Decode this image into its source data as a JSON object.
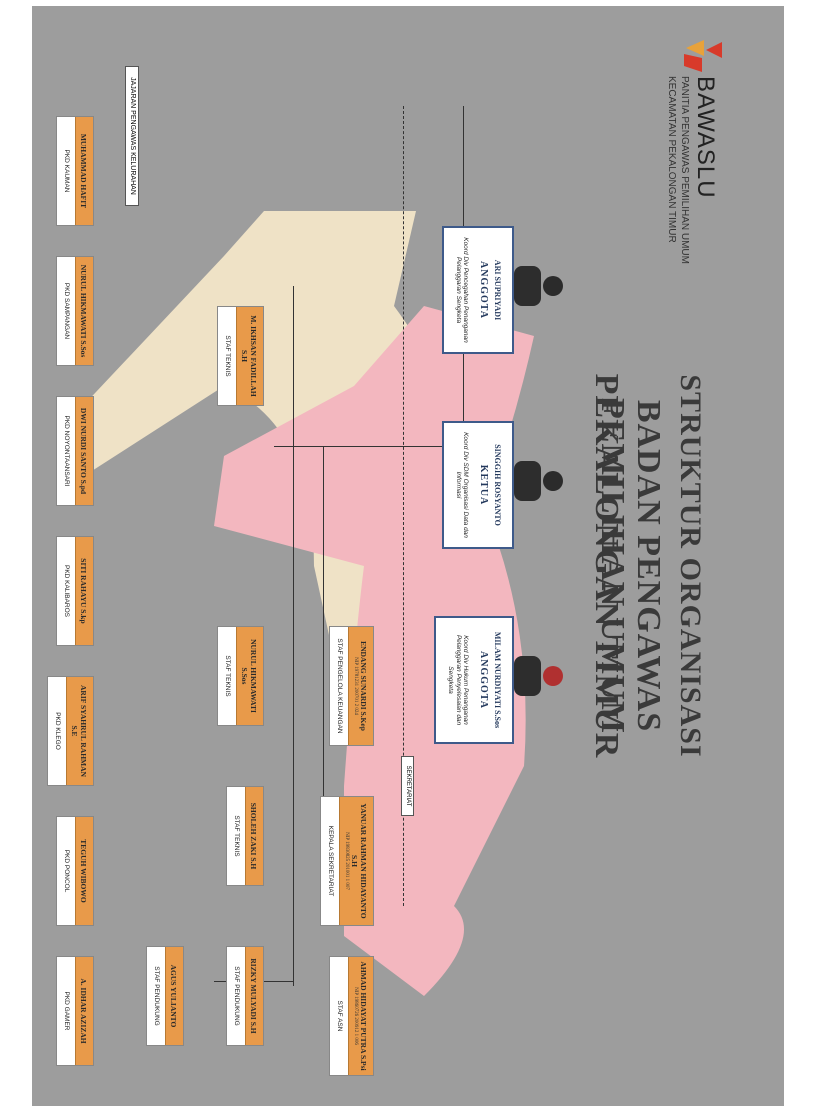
{
  "header": {
    "brand": "BAWASLU",
    "org_line1": "PANITIA PENGAWAS PEMILIHAN UMUM",
    "org_line2": "KECAMATAN PEKALONGAN TIMUR"
  },
  "title": {
    "line1": "STRUKTUR ORGANISASI",
    "line2": "BADAN PENGAWAS PEMILIHAN UMUM",
    "line3": "PEKALONGAN TIMUR"
  },
  "leaders": [
    {
      "name": "ARI SUPRIYADI",
      "title": "ANGGOTA",
      "role": "Koord Div Pencegahan Penanganan Pelanggaran Sengketa"
    },
    {
      "name": "SINGGIH ROSYANTO",
      "title": "KETUA",
      "role": "Koord Div SDM Organisasi Data dan Informasi"
    },
    {
      "name": "MILAM NURDIYATI S.Sos",
      "title": "ANGGOTA",
      "role": "Koord Div Hukum Penanganan Pelanggaran Penyelesaian dan Sengketa"
    }
  ],
  "sekretariat_label": "SEKRETARIAT",
  "staff": [
    {
      "name": "ENDANG SUNARDI S.Kep",
      "nip": "NIP 19781231 200701 2 024",
      "role": "STAF PENGELOLA KEUANGAN"
    },
    {
      "name": "YANUAR RAHMAN HIDAYANTO S.H",
      "nip": "NIP 19830825 201001 1 007",
      "role": "KEPALA SEKRETARIAT"
    },
    {
      "name": "AHMAD HIDAYAT PUTRA S.Psi",
      "nip": "NIP 19860726 200912 1 006",
      "role": "STAF ASN"
    },
    {
      "name": "NURUL HIKMAWATI S.Sos",
      "nip": "",
      "role": "STAF TEKNIS"
    },
    {
      "name": "SHOLEH ZAKI S.H",
      "nip": "",
      "role": "STAF TEKNIS"
    },
    {
      "name": "RIZKY MULYADI S.H",
      "nip": "",
      "role": "STAF PENDUKUNG"
    },
    {
      "name": "AGUS YULIANTO",
      "nip": "",
      "role": "STAF PENDUKUNG"
    },
    {
      "name": "M. IKHSAN FADILLAH S.H",
      "nip": "",
      "role": "STAF TEKNIS"
    }
  ],
  "pkd_label": "JAJARAN PENGAWAS KELURAHAN",
  "pkd": [
    {
      "name": "MUHAMMAD HAFIT",
      "role": "PKD KAUMAN"
    },
    {
      "name": "NURUL HIKMAWATI S.Sos",
      "role": "PKD SAMPANGAN"
    },
    {
      "name": "DWI NURDI SANTO S.pd",
      "role": "PKD NOYONTAANSARI"
    },
    {
      "name": "SITI RAHAYU S.kp",
      "role": "PKD KALIBAROS"
    },
    {
      "name": "ARIF SYAHRUL RAHMAN S.E",
      "role": "PKD KLEGO"
    },
    {
      "name": "TEGUH WIBOWO",
      "role": "PKD PONCOL"
    },
    {
      "name": "A. IDHAR AZIZAH",
      "role": "PKD GAMER"
    }
  ],
  "colors": {
    "background": "#9d9d9d",
    "orange": "#e89a4a",
    "pink": "#f3b7bf",
    "cream": "#efe2c6",
    "navy": "#3e5a8a"
  }
}
